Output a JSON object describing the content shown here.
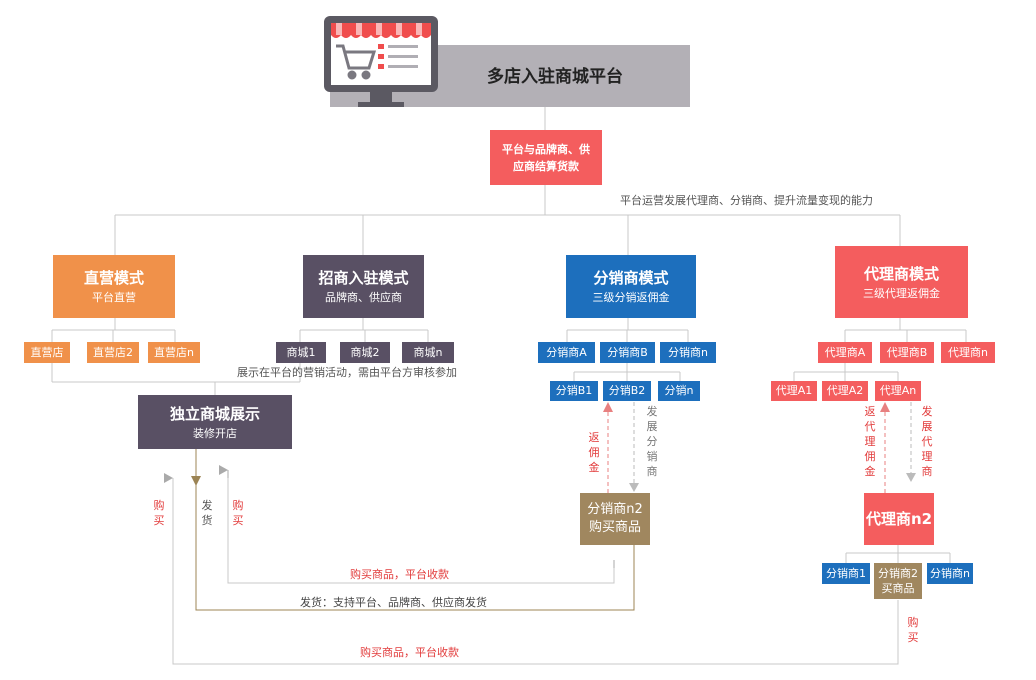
{
  "platform": {
    "title": "多店入驻商城平台"
  },
  "settlement": {
    "text": "平台与品牌商、供应商结算货款"
  },
  "capability_note": "平台运营发展代理商、分销商、提升流量变现的能力",
  "modes": {
    "direct": {
      "title": "直营模式",
      "subtitle": "平台直营",
      "stores": [
        "直营店",
        "直营店2",
        "直营店n"
      ]
    },
    "merchant": {
      "title": "招商入驻模式",
      "subtitle": "品牌商、供应商",
      "stores": [
        "商城1",
        "商城2",
        "商城n"
      ]
    },
    "distribution": {
      "title": "分销商模式",
      "subtitle": "三级分销返佣金",
      "level1": [
        "分销商A",
        "分销商B",
        "分销商n"
      ],
      "level2": [
        "分销B1",
        "分销B2",
        "分销n"
      ]
    },
    "agent": {
      "title": "代理商模式",
      "subtitle": "三级代理返佣金",
      "level1": [
        "代理商A",
        "代理商B",
        "代理商n"
      ],
      "level2": [
        "代理A1",
        "代理A2",
        "代理An"
      ]
    }
  },
  "activity_note": "展示在平台的营销活动，需由平台方审核参加",
  "independent_mall": {
    "title": "独立商城展示",
    "subtitle": "装修开店"
  },
  "distributor_n2": {
    "line1": "分销商n2",
    "line2": "购买商品"
  },
  "agent_n2": {
    "title": "代理商n2",
    "children": [
      "分销商1",
      "分销商2买商品",
      "分销商n"
    ]
  },
  "flow_labels": {
    "buy": "购买",
    "ship": "发货",
    "rebate": "返佣金",
    "develop_distributor": "发展分销商",
    "rebate_agent": "返代理佣金",
    "develop_agent": "发展代理商",
    "buy_platform_collect": "购买商品，平台收款",
    "ship_note": "发货：支持平台、品牌商、供应商发货"
  },
  "colors": {
    "direct": "#f0914a",
    "merchant": "#595064",
    "distribution": "#1d6fbd",
    "agent": "#f45d5e",
    "purchase": "#a0875f",
    "header_bar": "#b3b0b6"
  },
  "icons": [
    "shop-monitor-icon",
    "shopping-cart-icon"
  ]
}
